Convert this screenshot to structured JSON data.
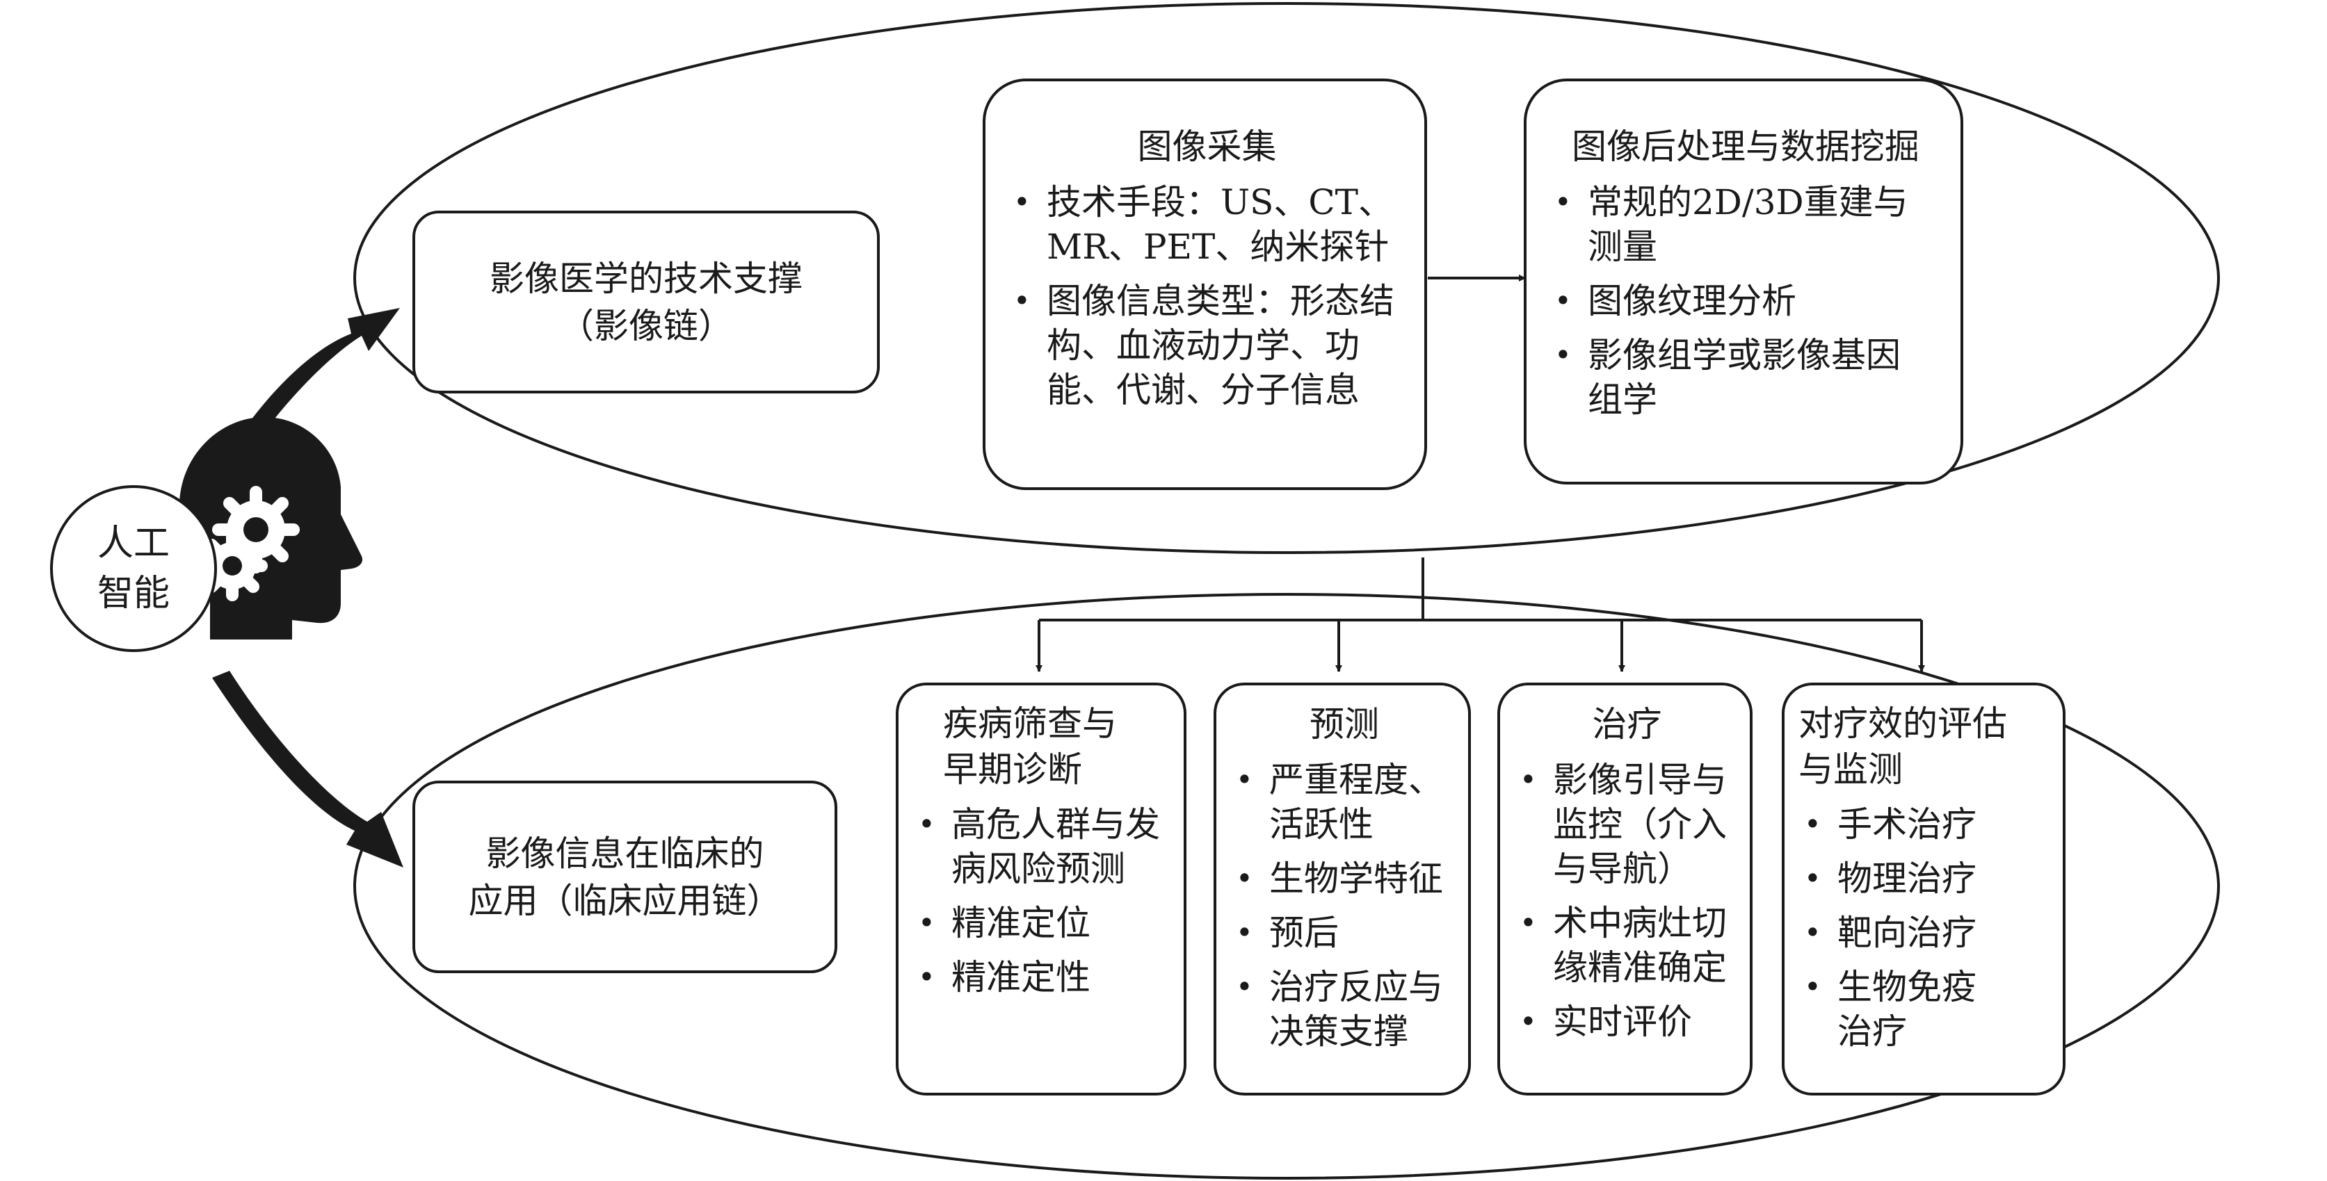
{
  "ai": {
    "line1": "人工",
    "line2": "智能",
    "icon": "head-with-gears-icon"
  },
  "tech_chain": {
    "line1": "影像医学的技术支撑",
    "line2": "（影像链）"
  },
  "clinical_chain": {
    "line1": "影像信息在临床的",
    "line2": "应用（临床应用链）"
  },
  "acquisition": {
    "title": "图像采集",
    "items": [
      [
        "技术手段：US、CT、",
        "MR、PET、纳米探针"
      ],
      [
        "图像信息类型：形态结",
        "构、血液动力学、功",
        "能、代谢、分子信息"
      ]
    ]
  },
  "postprocess": {
    "title": "图像后处理与数据挖掘",
    "items": [
      [
        "常规的2D/3D重建与",
        "测量"
      ],
      [
        "图像纹理分析"
      ],
      [
        "影像组学或影像基因",
        "组学"
      ]
    ]
  },
  "screening": {
    "title": [
      "疾病筛查与",
      "早期诊断"
    ],
    "items": [
      [
        "高危人群与发",
        "病风险预测"
      ],
      [
        "精准定位"
      ],
      [
        "精准定性"
      ]
    ]
  },
  "prediction": {
    "title": [
      "预测"
    ],
    "items": [
      [
        "严重程度、",
        "活跃性"
      ],
      [
        "生物学特征"
      ],
      [
        "预后"
      ],
      [
        "治疗反应与",
        "决策支撑"
      ]
    ]
  },
  "treatment": {
    "title": [
      "治疗"
    ],
    "items": [
      [
        "影像引导与",
        "监控（介入",
        "与导航）"
      ],
      [
        "术中病灶切",
        "缘精准确定"
      ],
      [
        "实时评价"
      ]
    ]
  },
  "evaluation": {
    "title": [
      "对疗效的评估",
      "与监测"
    ],
    "items": [
      [
        "手术治疗"
      ],
      [
        "物理治疗"
      ],
      [
        "靶向治疗"
      ],
      [
        "生物免疫",
        "治疗"
      ]
    ]
  }
}
